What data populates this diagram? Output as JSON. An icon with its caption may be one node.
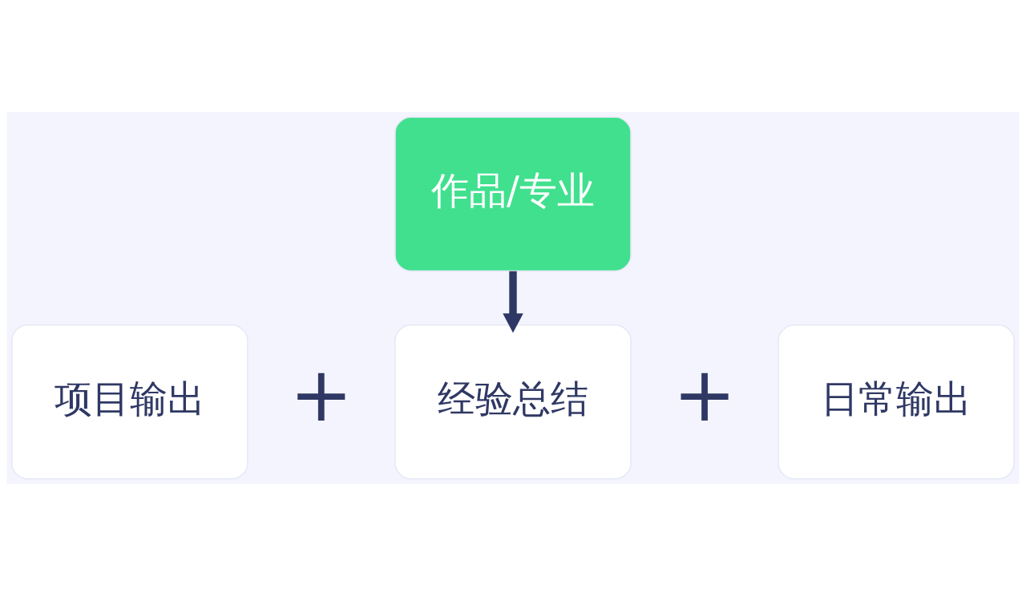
{
  "diagram": {
    "nodes": [
      {
        "text": [
          "作品/专业"
        ]
      },
      {
        "text": [
          "项目输出"
        ]
      },
      {
        "text": [
          "经验总结"
        ]
      },
      {
        "text": [
          "日常输出"
        ]
      }
    ],
    "edges": [
      {
        "from": 0,
        "to": 2,
        "arrow": "to"
      }
    ],
    "labels": [
      "+",
      "+"
    ]
  }
}
